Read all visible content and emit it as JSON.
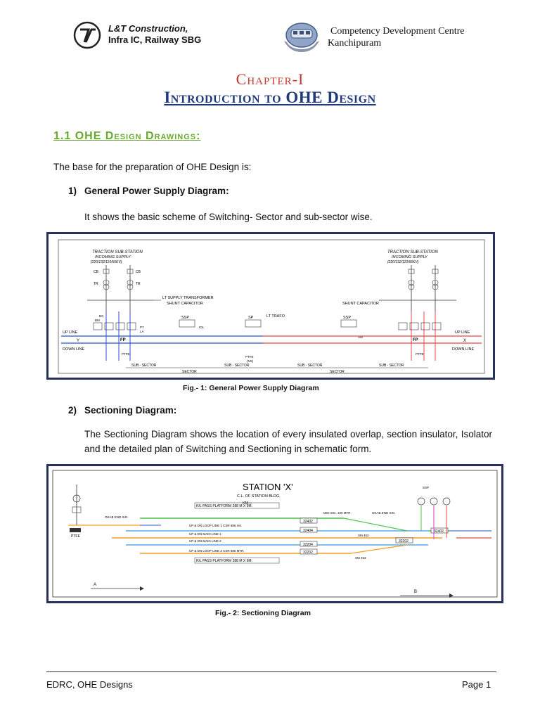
{
  "header": {
    "left_line1": "L&T Construction,",
    "left_line2": "Infra IC, Railway SBG",
    "right_line1": "Competency Development Centre",
    "right_line2": "Kanchipuram"
  },
  "title": {
    "chapter": "Chapter-I",
    "subtitle": "Introduction to OHE Design"
  },
  "section": {
    "heading": "1.1 OHE Design Drawings:",
    "intro": "The base for the preparation of OHE Design is:"
  },
  "items": [
    {
      "number": "1)",
      "title": "General Power Supply Diagram:",
      "text": "It shows the basic scheme of Switching- Sector and sub-sector wise."
    },
    {
      "number": "2)",
      "title": "Sectioning Diagram:",
      "text": "The Sectioning Diagram shows the location of every insulated overlap, section insulator, Isolator and the detailed plan of Switching and Sectioning in schematic form."
    }
  ],
  "figures": [
    {
      "caption": "Fig.- 1: General Power Supply Diagram",
      "labels": {
        "tss_left": "TRACTION SUB-STATION",
        "tss_left_sub": "INCOMING SUPPLY",
        "tss_left_kv": "(220/132/110/66KV)",
        "tss_right": "TRACTION SUB-STATION",
        "tss_right_sub": "INCOMING SUPPLY",
        "tss_right_kv": "(220/132/110/66KV)",
        "lt_supply": "LT SUPPLY TRANSFORMER",
        "shunt_left": "SHUNT CAPACITOR",
        "shunt_right": "SHUNT CAPACITOR",
        "lt_trafo": "LT TRAFO",
        "ssp_left": "SSP",
        "sp": "SP",
        "ssp_right": "SSP",
        "up_line_left": "UP LINE",
        "down_line_left": "DOWN LINE",
        "up_line_right": "UP LINE",
        "down_line_right": "DOWN LINE",
        "y": "Y",
        "x": "X",
        "fp_left": "FP",
        "fp_right": "FP",
        "ptfe_left": "PTFE",
        "ptfe_mid": "PTFE",
        "ptfe_right": "PTFE",
        "ns": "(NS)",
        "sub_sector": "SUB - SECTOR",
        "sector": "SECTOR",
        "cb": "CB",
        "tr": "TR",
        "bm": "BM",
        "pt": "PT",
        "la": "LA",
        "iol": "IOL",
        "sm": "SM",
        "bx": "BX"
      }
    },
    {
      "caption": "Fig.- 2: Sectioning Diagram",
      "labels": {
        "station": "STATION  'X'",
        "cl": "C.L. OF STATION BLDG.",
        "km": "KM.:-",
        "rl_platform_top": "R/L PASS PLATFORM 288 M X 9M.",
        "rl_platform_bottom": "R/L PASS PLATFORM 288 M X 9M.",
        "up_dn_loop1": "UP & DN LOOP LINE 1  CSR 686 mtr.",
        "up_dn_main1": "UP & DN MAIN LINE 1",
        "up_dn_main2": "UP & DN MAIN LINE 2",
        "up_dn_loop2": "UP & DN LOOP LINE 2  CSR 686 MTR.",
        "abo": "ABO  SIG.  100 MTR.",
        "okab_left": "OKAB END SIG.",
        "okab_right": "OKAB END SIG.",
        "box1": "32402",
        "box2": "32404",
        "box3": "32204",
        "box4": "32202",
        "box5": "32402",
        "box6": "32202",
        "sm452": "SM 452",
        "sm453": "SM 453",
        "ptfe": "PTFE",
        "dir_a": "A",
        "dir_b": "B",
        "ssp": "SSP"
      }
    }
  ],
  "footer": {
    "left": "EDRC, OHE Designs",
    "right": "Page 1"
  }
}
